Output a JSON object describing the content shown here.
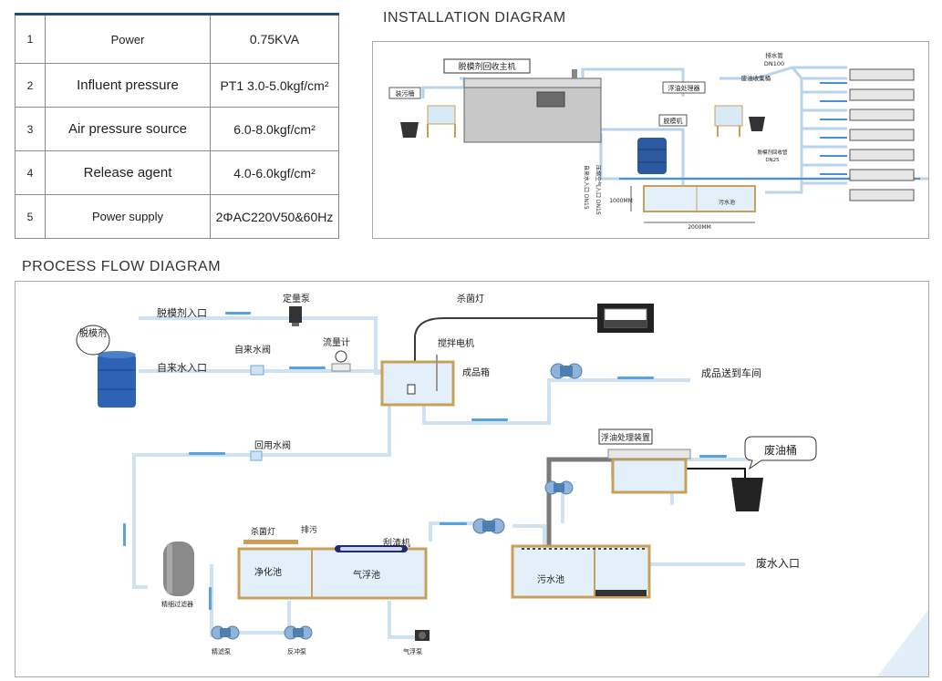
{
  "spec_table": {
    "rows": [
      {
        "no": "1",
        "name": "Power",
        "value": "0.75KVA"
      },
      {
        "no": "2",
        "name": "Influent pressure",
        "value": "PT1 3.0-5.0kgf/cm²"
      },
      {
        "no": "3",
        "name": "Air pressure source",
        "value": "6.0-8.0kgf/cm²"
      },
      {
        "no": "4",
        "name": "Release agent",
        "value": "4.0-6.0kgf/cm²"
      },
      {
        "no": "5",
        "name": "Power supply",
        "value": "2ΦAC220V50&60Hz"
      }
    ]
  },
  "installation": {
    "title": "INSTALLATION DIAGRAM",
    "labels": {
      "main_unit": "脱模剂回收主机",
      "sewage_bucket": "装污桶",
      "release_agent": "脱模机",
      "oil_processor": "浮油处理器",
      "waste_bucket": "废油收集桶",
      "drain_pipe": "排水管",
      "drain_size": "DN100",
      "return_pipe": "脱模剂回收管",
      "return_size": "DN25",
      "tank": "污水池",
      "height": "1000MM",
      "width": "2000MM",
      "water_inlet": "自来水入口 DN15",
      "air_inlet": "压缩空气入口 DN15"
    }
  },
  "process": {
    "title": "PROCESS  FLOW DIAGRAM",
    "labels": {
      "agent_inlet": "脱模剂入口",
      "dosing_pump": "定量泵",
      "sterilize_lamp_top": "杀菌灯",
      "agent_barrel": "脱模剂",
      "tap_water_inlet": "自来水入口",
      "tap_valve": "自来水阀",
      "flowmeter": "流量计",
      "mixer_motor": "搅拌电机",
      "product_tank": "成品箱",
      "to_workshop": "成品送到车间",
      "return_valve": "回用水阀",
      "oil_device": "浮油处理装置",
      "waste_oil_bucket": "废油桶",
      "fine_filter": "精细过滤器",
      "sterilize_lamp": "杀菌灯",
      "discharge": "排污",
      "skimmer": "刮渣机",
      "purify_pool": "净化池",
      "float_pool": "气浮池",
      "sewage_pool": "污水池",
      "waste_inlet": "废水入口",
      "filter_pump": "精滤泵",
      "backwash_pump": "反冲泵",
      "air_float_pump": "气浮泵"
    }
  }
}
